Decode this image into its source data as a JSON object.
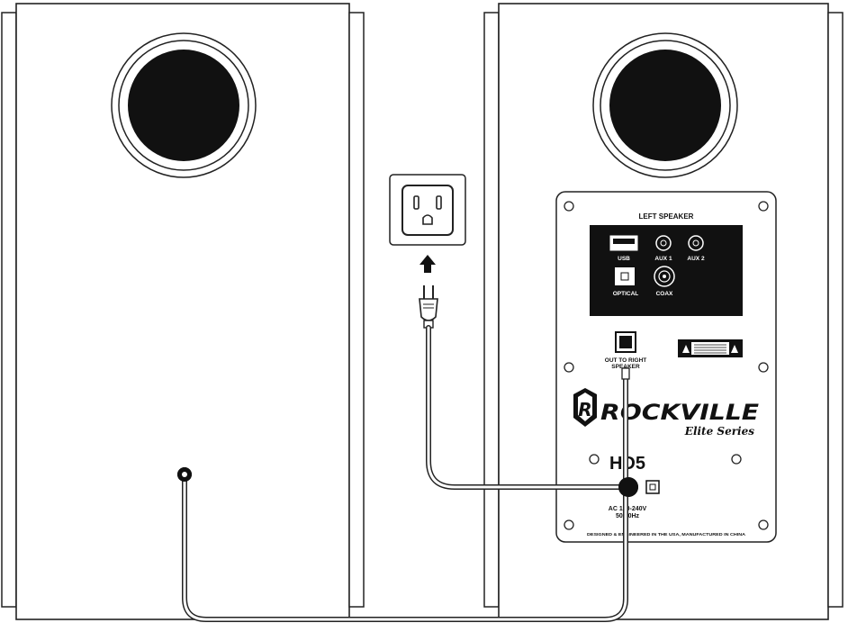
{
  "panel": {
    "title": "LEFT SPEAKER",
    "ports": {
      "usb": "USB",
      "aux1": "AUX 1",
      "aux2": "AUX 2",
      "optical": "OPTICAL",
      "coax": "COAX"
    },
    "out_label_line1": "OUT TO RIGHT",
    "out_label_line2": "SPEAKER",
    "brand": "ROCKVILLE",
    "brand_sub": "Elite Series",
    "model": "HD5",
    "power_line1": "AC 100-240V",
    "power_line2": "50/60Hz",
    "footer": "DESIGNED & ENGINEERED IN THE USA, MANUFACTURED IN CHINA"
  }
}
